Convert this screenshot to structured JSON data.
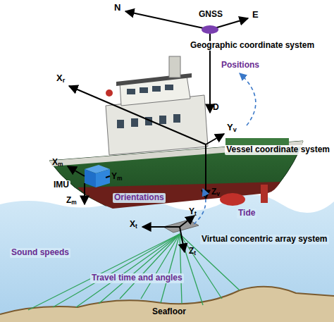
{
  "diagram": {
    "labels": [
      "N",
      "E",
      "GNSS",
      "Geographic coordinate system",
      "D",
      "Positions",
      "Xr",
      "Yv",
      "Vessel coordinate system",
      "Xm",
      "Ym",
      "IMU",
      "Zm",
      "Orientations",
      "Zv",
      "Tide",
      "Xt",
      "Yt",
      "Virtual concentric array system",
      "Zt",
      "Sound speeds",
      "Travel time and angles",
      "Seafloor"
    ]
  }
}
